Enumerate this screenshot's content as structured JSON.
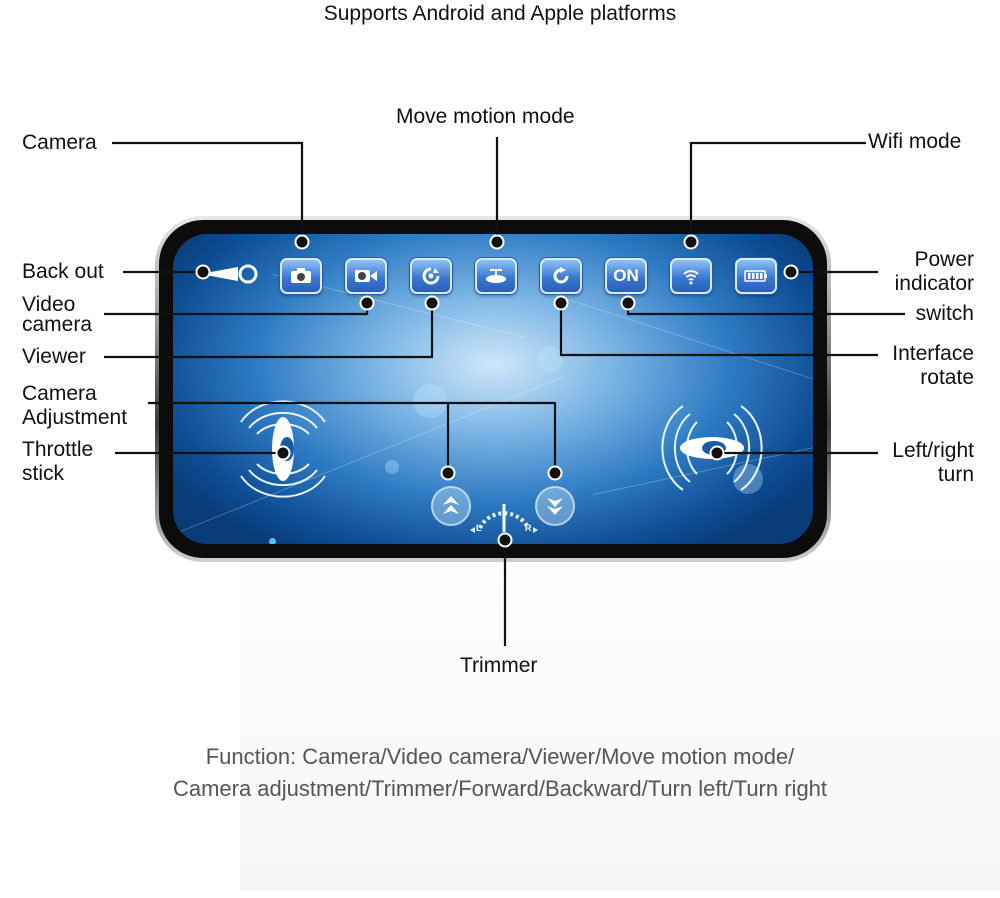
{
  "header": {
    "title": "Supports Android and Apple platforms"
  },
  "labels": {
    "camera": "Camera",
    "move_motion_mode": "Move motion mode",
    "wifi_mode": "Wifi mode",
    "back_out": "Back out",
    "video_camera_line1": "Video",
    "video_camera_line2": "camera",
    "viewer": "Viewer",
    "camera_adjustment_line1": "Camera",
    "camera_adjustment_line2": "Adjustment",
    "throttle_stick_line1": "Throttle",
    "throttle_stick_line2": "stick",
    "power_indicator_line1": "Power",
    "power_indicator_line2": "indicator",
    "switch": "switch",
    "interface_rotate_line1": "Interface",
    "interface_rotate_line2": "rotate",
    "left_right_turn_line1": "Left/right",
    "left_right_turn_line2": "turn",
    "trimmer": "Trimmer"
  },
  "screen": {
    "on_button": "ON",
    "trim_left": "L",
    "trim_right": "R",
    "icons": [
      "back-out-icon",
      "camera-icon",
      "video-camera-icon",
      "viewer-icon",
      "move-motion-icon",
      "rotate-icon",
      "on-switch",
      "wifi-icon",
      "battery-icon"
    ]
  },
  "footer": {
    "line1": "Function: Camera/Video camera/Viewer/Move motion mode/",
    "line2": "Camera adjustment/Trimmer/Forward/Backward/Turn left/Turn right"
  },
  "colors": {
    "screen_blue": "#2f7cc4",
    "button_blue": "#3b78d2",
    "text": "#111111",
    "footer_text": "#555555"
  }
}
